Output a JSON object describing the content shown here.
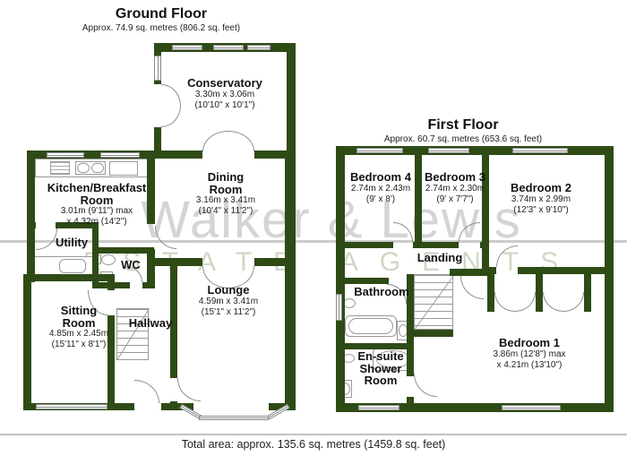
{
  "watermark": {
    "line1": "Walker & Lewis",
    "line2": "ESTATE AGENTS"
  },
  "footer": {
    "total_area": "Total area: approx. 135.6 sq. metres (1459.8 sq. feet)"
  },
  "colors": {
    "wall": "#2e4b15",
    "watermark_text": "#d4d4d4",
    "watermark_sub": "#cfd8c5"
  },
  "ground_floor": {
    "title": "Ground Floor",
    "subtitle": "Approx. 74.9 sq. metres (806.2 sq. feet)",
    "rooms": {
      "conservatory": {
        "name": "Conservatory",
        "metric": "3.30m x 3.06m",
        "imperial": "(10'10\" x 10'1\")"
      },
      "kitchen": {
        "name": "Kitchen/Breakfast Room",
        "metric": "3.01m (9'11\") max",
        "imperial": "x 4.32m (14'2\")"
      },
      "dining": {
        "name": "Dining Room",
        "metric": "3.16m x 3.41m",
        "imperial": "(10'4\" x 11'2\")"
      },
      "utility": {
        "name": "Utility"
      },
      "wc": {
        "name": "WC"
      },
      "sitting": {
        "name": "Sitting Room",
        "metric": "4.85m x 2.45m",
        "imperial": "(15'11\" x 8'1\")"
      },
      "hallway": {
        "name": "Hallway"
      },
      "lounge": {
        "name": "Lounge",
        "metric": "4.59m x 3.41m",
        "imperial": "(15'1\" x 11'2\")"
      }
    }
  },
  "first_floor": {
    "title": "First Floor",
    "subtitle": "Approx. 60.7 sq. metres (653.6 sq. feet)",
    "rooms": {
      "bedroom4": {
        "name": "Bedroom 4",
        "metric": "2.74m x 2.43m",
        "imperial": "(9' x 8')"
      },
      "bedroom3": {
        "name": "Bedroom 3",
        "metric": "2.74m x 2.30m",
        "imperial": "(9' x 7'7\")"
      },
      "bedroom2": {
        "name": "Bedroom 2",
        "metric": "3.74m x 2.99m",
        "imperial": "(12'3\" x 9'10\")"
      },
      "landing": {
        "name": "Landing"
      },
      "bathroom": {
        "name": "Bathroom"
      },
      "ensuite": {
        "name": "En-suite Shower Room"
      },
      "bedroom1": {
        "name": "Bedroom 1",
        "metric": "3.86m (12'8\") max",
        "imperial": "x 4.21m (13'10\")"
      }
    }
  }
}
